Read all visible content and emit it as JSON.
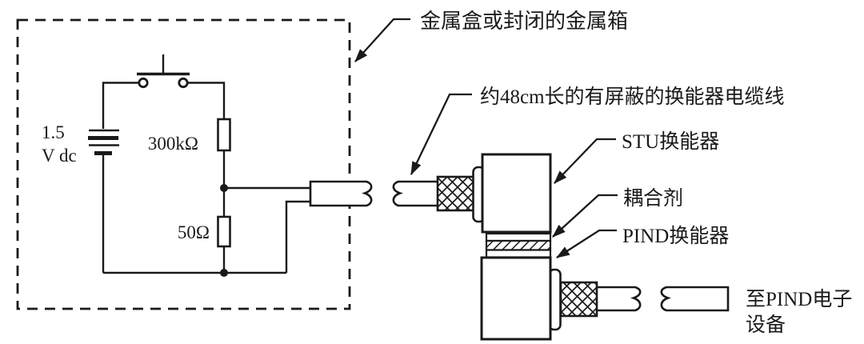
{
  "diagram": {
    "annotations": {
      "metal_box": "金属盒或封闭的金属箱",
      "shielded_cable": "约48cm长的有屏蔽的换能器电缆线",
      "stu_transducer": "STU换能器",
      "couplant": "耦合剂",
      "pind_transducer": "PIND换能器",
      "to_pind_line1": "至PIND电子",
      "to_pind_line2": "设备"
    },
    "circuit": {
      "battery_value": "1.5",
      "battery_unit": "V dc",
      "series_resistor": "300kΩ",
      "load_resistor": "50Ω"
    },
    "colors": {
      "ink": "#1a1a1a",
      "background": "#ffffff"
    }
  }
}
